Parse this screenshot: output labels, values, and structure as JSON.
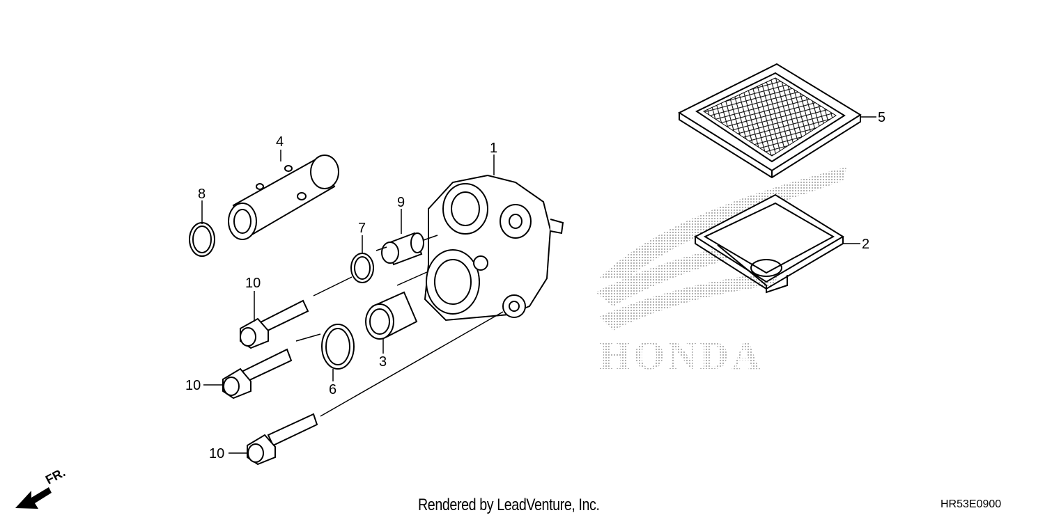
{
  "callouts": {
    "c1": "1",
    "c2": "2",
    "c3": "3",
    "c4": "4",
    "c5": "5",
    "c6": "6",
    "c7": "7",
    "c8": "8",
    "c9": "9",
    "c10a": "10",
    "c10b": "10",
    "c10c": "10"
  },
  "watermark": {
    "brand": "HONDA"
  },
  "footer": {
    "credit": "Rendered by LeadVenture, Inc.",
    "code": "HR53E0900"
  },
  "direction": {
    "label": "FR."
  },
  "colors": {
    "line": "#000000",
    "halftone": "#9a9a9a",
    "background": "#ffffff"
  }
}
